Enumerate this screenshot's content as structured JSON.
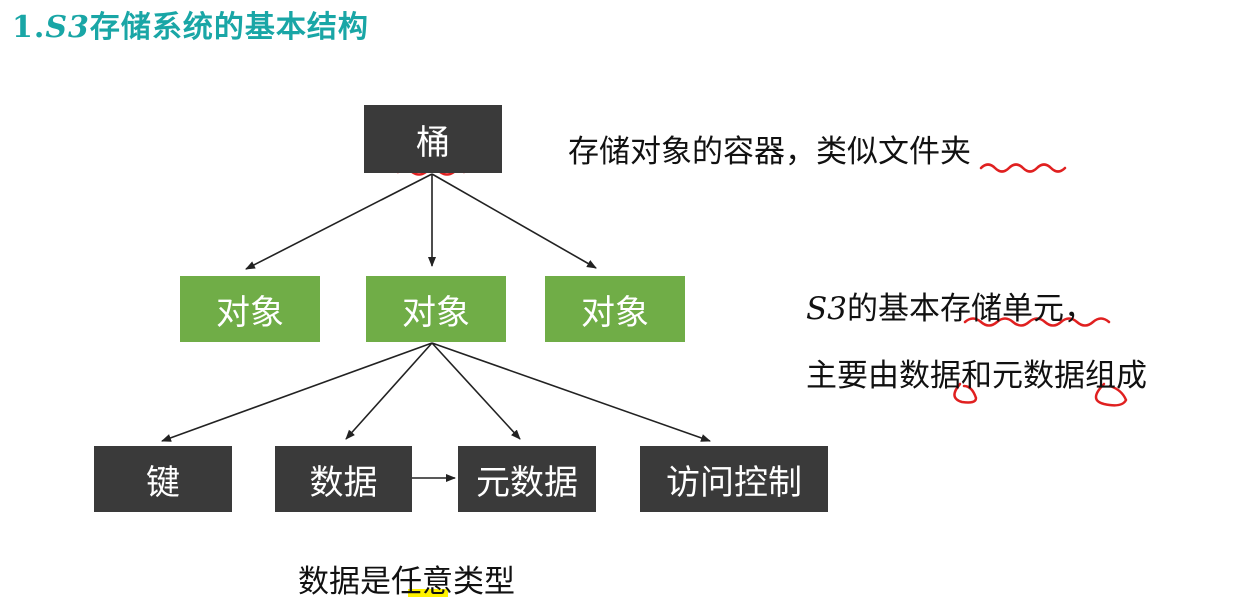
{
  "title": {
    "prefix": "1.",
    "s3": "S3",
    "rest": "存储系统的基本结构"
  },
  "nodes": {
    "bucket": "桶",
    "object_1": "对象",
    "object_2": "对象",
    "object_3": "对象",
    "key": "键",
    "data": "数据",
    "metadata": "元数据",
    "access_control": "访问控制"
  },
  "notes": {
    "bucket_desc": "存储对象的容器，类似文件夹",
    "object_desc_s3": "S3",
    "object_desc_line1_rest": "的基本存储单元，",
    "object_desc_line2": "主要由数据和元数据组成",
    "data_desc": "数据是任意类型"
  },
  "colors": {
    "title": "#19a6a6",
    "dark_box": "#3a3a3a",
    "green_box": "#70ad47",
    "annotation_red": "#e02020",
    "highlight_yellow": "#fff200"
  }
}
